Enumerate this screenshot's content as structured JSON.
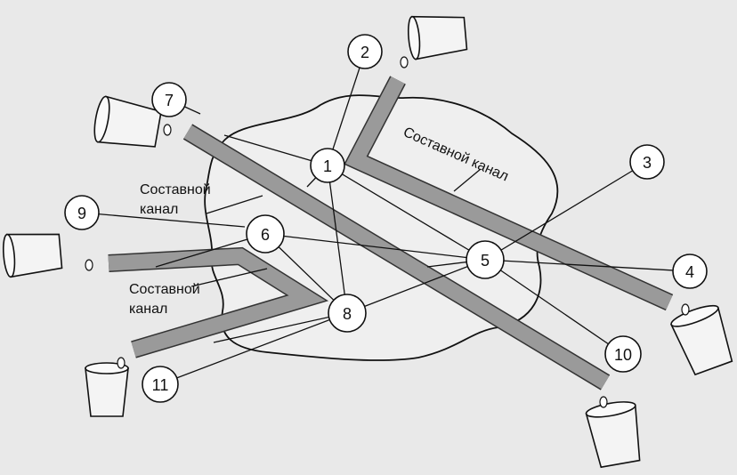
{
  "labels": {
    "composite_top": "Составной канал",
    "composite_left_line1": "Составной",
    "composite_left_line2": "канал",
    "composite_bottom_line1": "Составной",
    "composite_bottom_line2": "канал"
  },
  "callouts": [
    "1",
    "2",
    "3",
    "4",
    "5",
    "6",
    "7",
    "8",
    "9",
    "10",
    "11"
  ]
}
